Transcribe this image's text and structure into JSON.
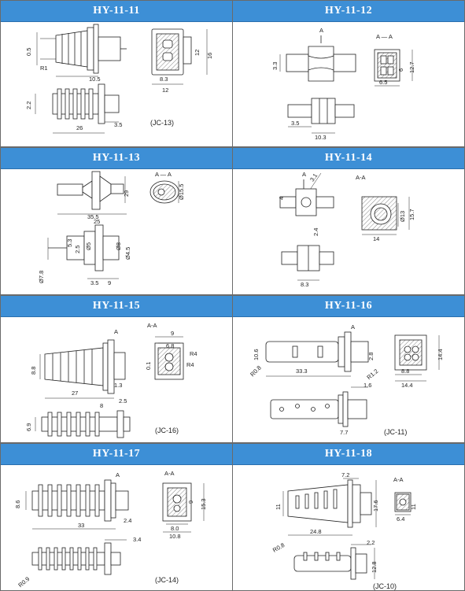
{
  "products": [
    {
      "title": "HY-11-11",
      "note": "(JC-13)",
      "dims": [
        "0.5",
        "R1",
        "10.5",
        "2.2",
        "26",
        "3.5",
        "8.3",
        "12",
        "12",
        "16"
      ],
      "section": ""
    },
    {
      "title": "HY-11-12",
      "note": "",
      "dims": [
        "A",
        "3.3",
        "3.5",
        "10.3",
        "6",
        "12.7",
        "6.5"
      ],
      "section": "A — A"
    },
    {
      "title": "HY-11-13",
      "note": "",
      "dims": [
        "35.5",
        "29",
        "4.5",
        "Ø7.8",
        "5.3",
        "2.5",
        "25",
        "Ø5",
        "Ø8",
        "Ø4.5",
        "3.5",
        "9",
        "Ø15.5"
      ],
      "section": "A — A"
    },
    {
      "title": "HY-11-14",
      "note": "",
      "dims": [
        "A",
        "4",
        "3.1",
        "2.4",
        "8.3",
        "Ø13",
        "15.7",
        "14"
      ],
      "section": "A-A"
    },
    {
      "title": "HY-11-15",
      "note": "(JC-16)",
      "dims": [
        "A",
        "8.8",
        "1.3",
        "27",
        "2.5",
        "8",
        "6.9",
        "9",
        "6.8",
        "0.1",
        "R4",
        "R4"
      ],
      "section": "A-A"
    },
    {
      "title": "HY-11-16",
      "note": "(JC-11)",
      "dims": [
        "A",
        "10.6",
        "2.8",
        "R0.8",
        "33.3",
        "R1.2",
        "1.6",
        "8.8",
        "14.4",
        "14.4",
        "7.7"
      ],
      "section": ""
    },
    {
      "title": "HY-11-17",
      "note": "(JC-14)",
      "dims": [
        "A",
        "8.6",
        "33",
        "2.4",
        "3.4",
        "R0.9",
        "9",
        "15.3",
        "8.0",
        "10.8"
      ],
      "section": "A-A"
    },
    {
      "title": "HY-11-18",
      "note": "(JC-10)",
      "dims": [
        "7.2",
        "11",
        "17.6",
        "24.8",
        "R0.8",
        "2.2",
        "12.8",
        "6.4",
        "11"
      ],
      "section": "A-A"
    }
  ]
}
